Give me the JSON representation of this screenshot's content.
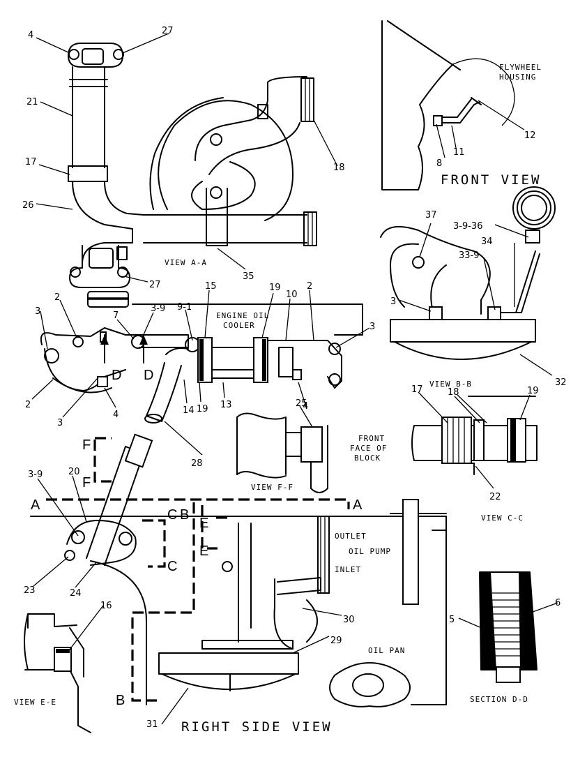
{
  "titles": {
    "view_a": "VIEW A-A",
    "front_view": "FRONT VIEW",
    "view_b": "VIEW B-B",
    "view_c": "VIEW C-C",
    "view_f": "VIEW F-F",
    "view_e": "VIEW E-E",
    "section_d": "SECTION D-D",
    "right_side": "RIGHT SIDE VIEW"
  },
  "notes": {
    "flywheel_1": "FLYWHEEL",
    "flywheel_2": "HOUSING",
    "engine_oil_1": "ENGINE OIL",
    "engine_oil_2": "COOLER",
    "front_face_1": "FRONT",
    "front_face_2": "FACE OF",
    "front_face_3": "BLOCK",
    "outlet": "OUTLET",
    "oil_pump": "OIL PUMP",
    "inlet": "INLET",
    "oil_pan": "OIL PAN"
  },
  "section_letters": {
    "a_left": "A",
    "a_right": "A",
    "b_top": "B",
    "b_bottom": "B",
    "c_top": "C",
    "c_bottom": "C",
    "d_left": "D",
    "d_right": "D",
    "e_top": "E",
    "e_bottom": "E",
    "f_top": "F",
    "f_bottom": "F"
  },
  "callouts": {
    "c4_top": "4",
    "c27_top": "27",
    "c21": "21",
    "c17_top": "17",
    "c26": "26",
    "c18_top": "18",
    "c27_bot": "27",
    "c35": "35",
    "c12": "12",
    "c8": "8",
    "c11": "11",
    "c37": "37",
    "c3_9_36": "3-9-36",
    "c34": "34",
    "c33_9": "33-9",
    "c3_b": "3",
    "c32": "32",
    "c2_a": "2",
    "c3_a": "3",
    "c7": "7",
    "c3_9_a": "3-9",
    "c9_1": "9-1",
    "c15": "15",
    "c19_top": "19",
    "c10": "10",
    "c2_b": "2",
    "c3_c": "3",
    "c2_c": "2",
    "c3_d": "3",
    "c4_c": "4",
    "c14": "14",
    "c19_bot": "19",
    "c13": "13",
    "c4_d": "4",
    "c28": "28",
    "c25": "25",
    "c17_c": "17",
    "c18_c": "18",
    "c19_c": "19",
    "c22": "22",
    "c3_9_b": "3-9",
    "c20": "20",
    "c23": "23",
    "c24": "24",
    "c16": "16",
    "c30": "30",
    "c29": "29",
    "c31": "31",
    "c5": "5",
    "c6": "6"
  }
}
